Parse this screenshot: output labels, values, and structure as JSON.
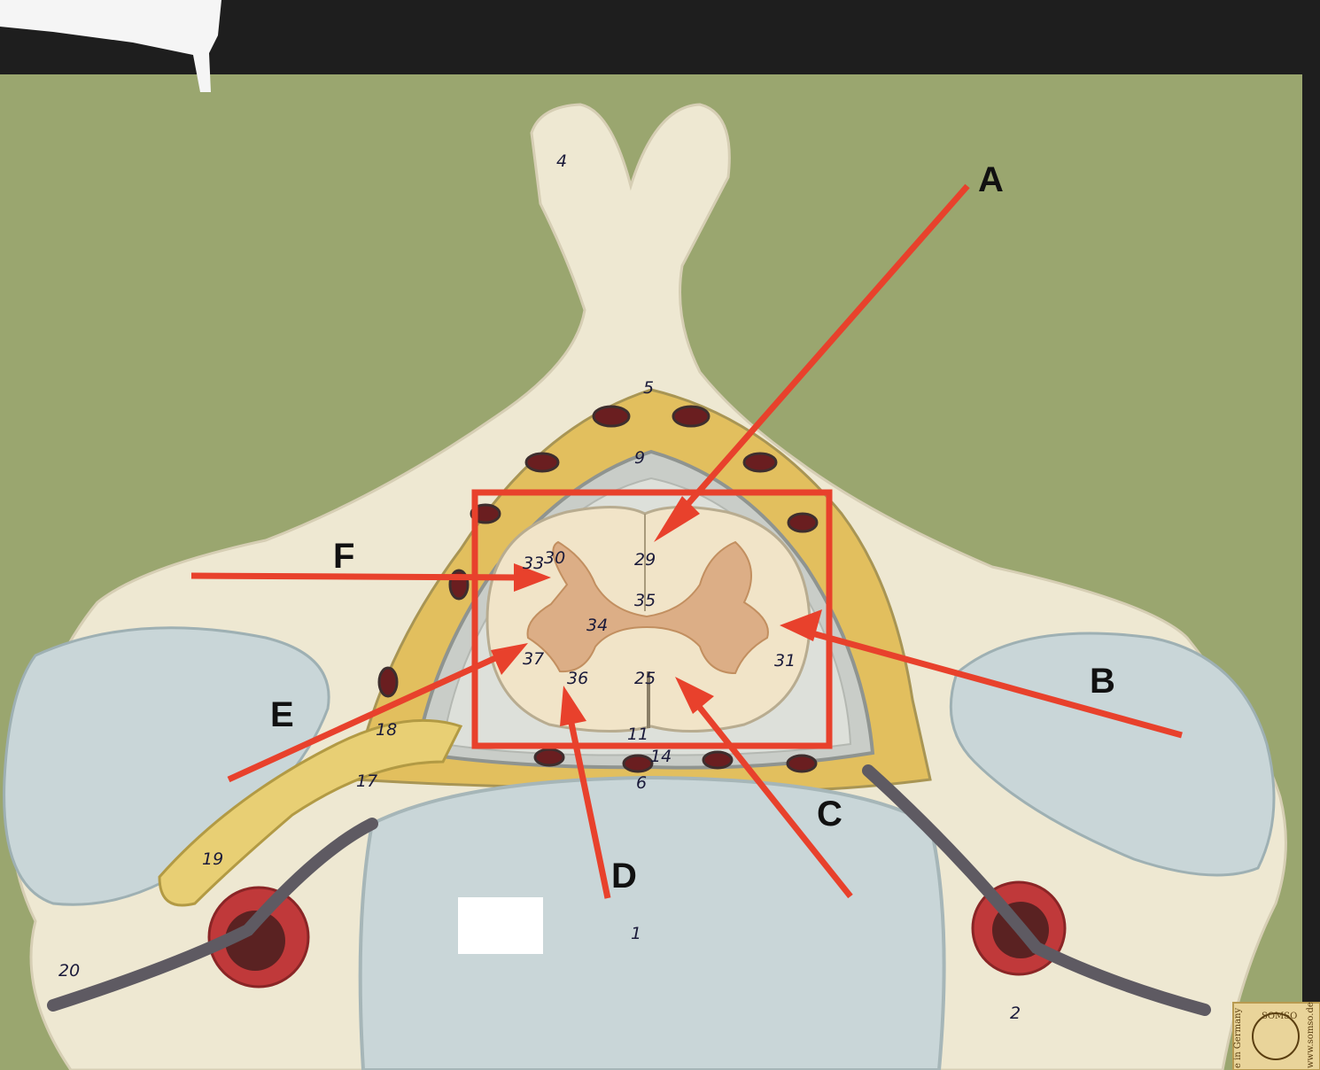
{
  "labels": {
    "A": "A",
    "B": "B",
    "C": "C",
    "D": "D",
    "E": "E",
    "F": "F"
  },
  "model_numbers": {
    "n4": "4",
    "n5": "5",
    "n9": "9",
    "n29": "29",
    "n35": "35",
    "n34": "34",
    "n33": "33",
    "n30": "30",
    "n31": "31",
    "n37": "37",
    "n36": "36",
    "n25": "25",
    "n11": "11",
    "n14": "14",
    "n6": "6",
    "n18": "18",
    "n17": "17",
    "n19": "19",
    "n1": "1",
    "n2": "2",
    "n20": "20"
  },
  "brand_text": {
    "made_in": "e in Germany",
    "somso": "SOMSO",
    "website": "www.somso.de"
  },
  "colors": {
    "annotation_red": "#e8412c",
    "board_green": "#9aa66f",
    "bone": "#eee8d2",
    "cartilage_blue": "#c9d6d8",
    "grey_matter": "#dcae86",
    "white_matter": "#f1e4c8",
    "fat_yellow": "#e2bf5e"
  }
}
